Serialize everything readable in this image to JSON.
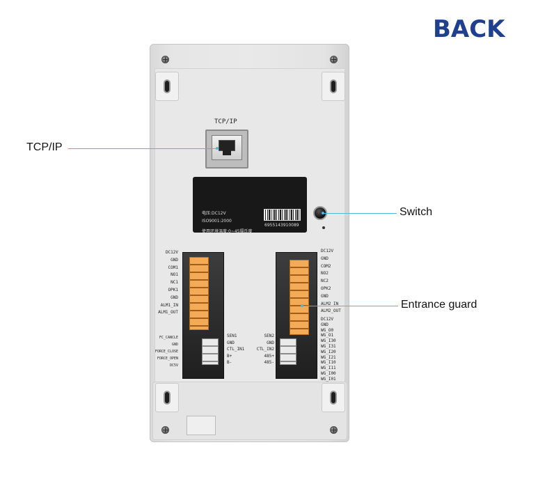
{
  "heading": "BACK",
  "callouts": {
    "tcpip": "TCP/IP",
    "switch": "Switch",
    "entrance_guard": "Entrance guard"
  },
  "device": {
    "port_label": "TCP/IP",
    "label_card": {
      "line1": "电压:DC12V",
      "line2": "ISO9001:2000",
      "line3": "使用环境温度:0~45摄氏度",
      "barcode_number": "6955143910089"
    },
    "left_terminals_top": [
      "DC12V",
      "GND",
      "COM1",
      "NO1",
      "NC1",
      "OPK1",
      "GND",
      "ALM1_IN",
      "ALM1_OUT"
    ],
    "left_terminals_bottom": [
      "FC_CANCLE",
      "GND",
      "FORCE_CLOSE",
      "FORCE_OPEN",
      "DC5V"
    ],
    "center_left_labels": [
      "SEN1",
      "GND",
      "CTL_IN1",
      "B+",
      "B-"
    ],
    "center_right_labels": [
      "SEN2",
      "GND",
      "CTL_IN2",
      "485+",
      "485-"
    ],
    "right_terminals_top": [
      "DC12V",
      "GND",
      "COM2",
      "NO2",
      "NC2",
      "OPK2",
      "GND",
      "ALM2_IN",
      "ALM2_OUT"
    ],
    "right_terminals_bottom": [
      "DC12V",
      "GND",
      "WG_O0",
      "WG_O1",
      "WG_I30",
      "WG_I31",
      "WG_I20",
      "WG_I21",
      "WG_I10",
      "WG_I11",
      "WG_I00",
      "WG_I01"
    ]
  }
}
